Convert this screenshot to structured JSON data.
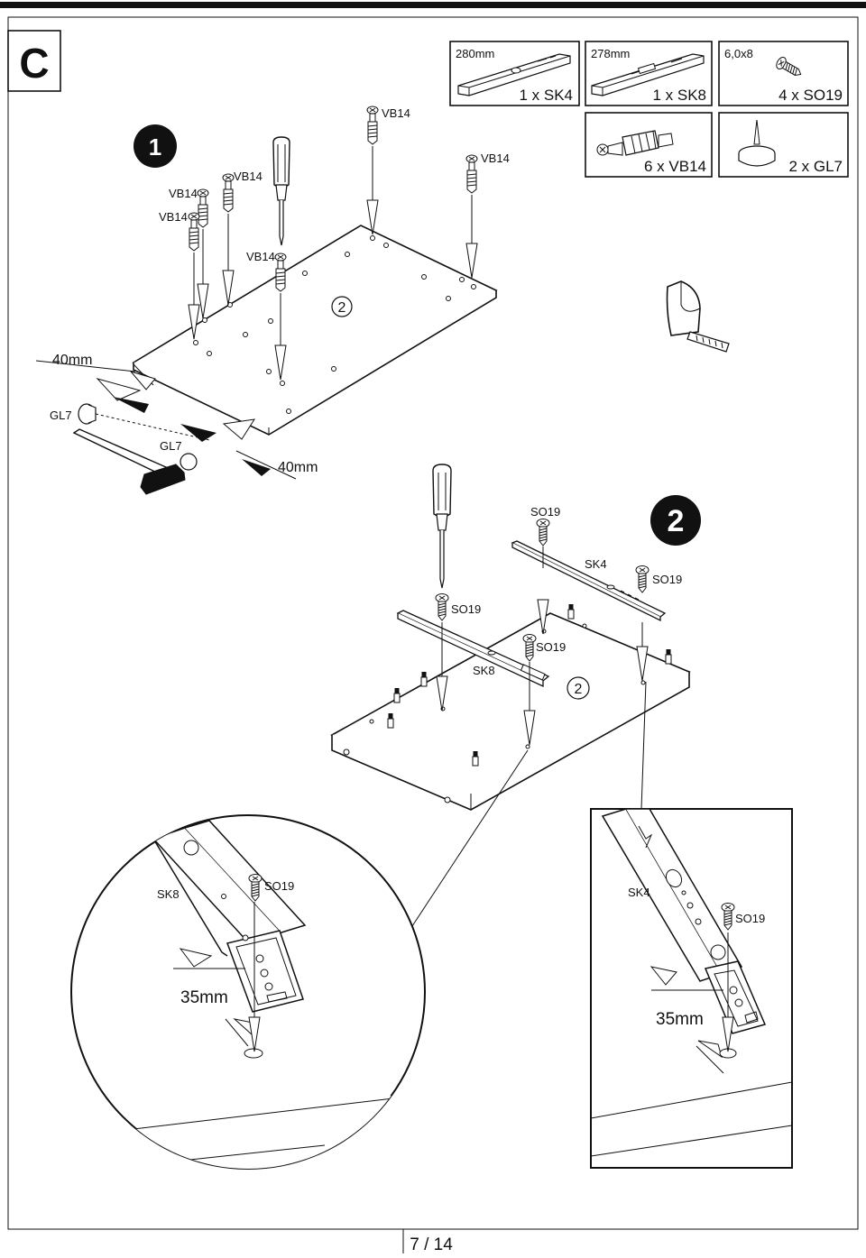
{
  "section_letter": "C",
  "page_number": "7 / 14",
  "steps": {
    "step1": "1",
    "step2": "2",
    "panel_number": "2"
  },
  "parts_table": [
    {
      "id": "sk4",
      "size": "280mm",
      "quantity": "1 x SK4",
      "icon": "rail-icon"
    },
    {
      "id": "sk8",
      "size": "278mm",
      "quantity": "1 x SK8",
      "icon": "rail-icon"
    },
    {
      "id": "so19",
      "size": "6,0x8",
      "quantity": "4 x SO19",
      "icon": "screw-icon"
    },
    {
      "id": "vb14",
      "size": "",
      "quantity": "6 x VB14",
      "icon": "connector-bolt-icon"
    },
    {
      "id": "gl7",
      "size": "",
      "quantity": "2 x GL7",
      "icon": "furniture-glide-icon"
    }
  ],
  "step1": {
    "vb14_label": "VB14",
    "gl7_label": "GL7",
    "dimension_left": "40mm",
    "dimension_right": "40mm"
  },
  "step2": {
    "so19_label": "SO19",
    "sk4_label": "SK4",
    "sk8_label": "SK8"
  },
  "details": {
    "left": {
      "rail_label": "SK8",
      "screw_label": "SO19",
      "dimension": "35mm"
    },
    "right": {
      "rail_label": "SK4",
      "screw_label": "SO19",
      "dimension": "35mm"
    }
  }
}
